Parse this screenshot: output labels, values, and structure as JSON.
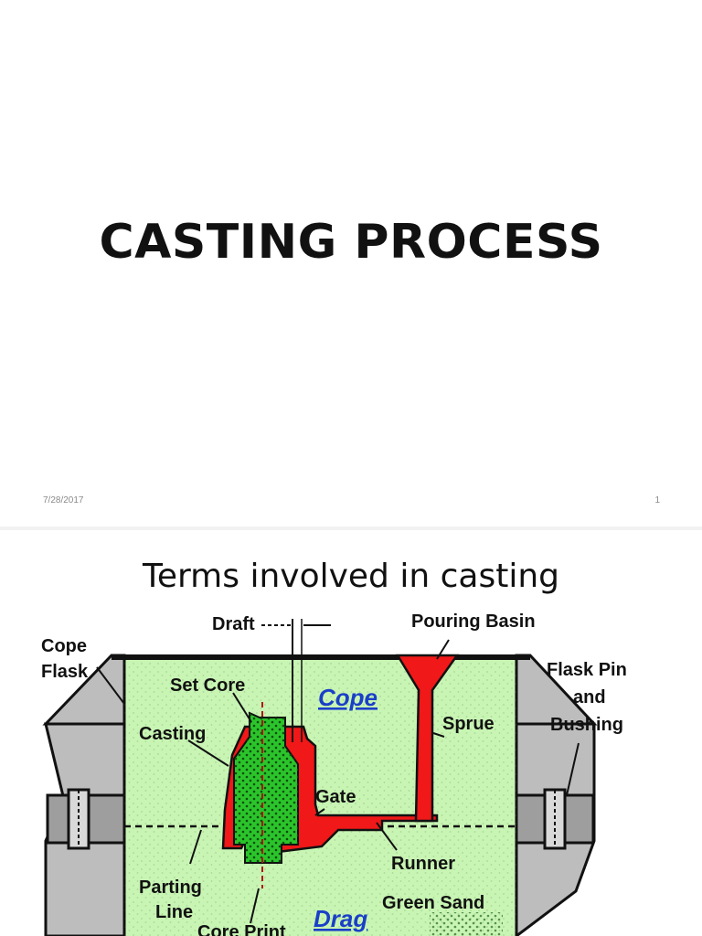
{
  "slide1": {
    "title": "CASTING PROCESS",
    "date": "7/28/2017",
    "page_number": "1"
  },
  "slide2": {
    "title": "Terms involved in casting",
    "labels": {
      "draft": "Draft",
      "pouring_basin": "Pouring Basin",
      "cope_flask_1": "Cope",
      "cope_flask_2": "Flask",
      "set_core": "Set Core",
      "cope": "Cope",
      "flask_pin_1": "Flask Pin",
      "flask_pin_2": "and",
      "flask_pin_3": "Bushing",
      "casting": "Casting",
      "sprue": "Sprue",
      "gate": "Gate",
      "runner": "Runner",
      "parting_1": "Parting",
      "parting_2": "Line",
      "green_sand": "Green Sand",
      "drag": "Drag",
      "core_print": "Core Print"
    },
    "colors": {
      "sand": "#c8f5b4",
      "metal": "#f01818",
      "core": "#2bc42b",
      "flask": "#bdbdbd",
      "label_blue": "#1a3fc8"
    }
  }
}
